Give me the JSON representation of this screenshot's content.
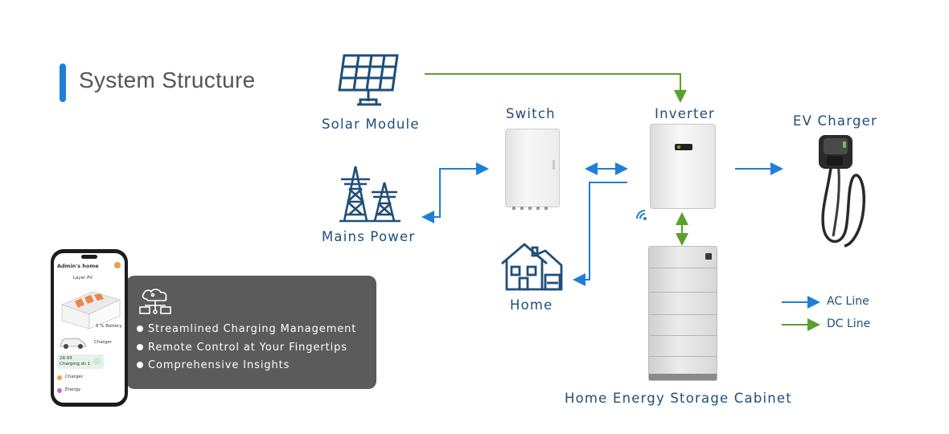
{
  "title": "System Structure",
  "nodes": {
    "solar": "Solar Module",
    "mains": "Mains Power",
    "switch": "Switch",
    "home": "Home",
    "inverter": "Inverter",
    "ev": "EV Charger",
    "storage": "Home Energy Storage Cabinet"
  },
  "legend": {
    "ac": "AC Line",
    "dc": "DC Line"
  },
  "colors": {
    "ac_line": "#1e7fd6",
    "dc_line": "#5aa02c",
    "title_accent": "#1e7fd6",
    "label": "#1f4e79",
    "panel": "#5b5b5b"
  },
  "features": [
    "Streamlined Charging Management",
    "Remote Control at Your Fingertips",
    "Comprehensive Insights"
  ],
  "app": {
    "header": "Admin's home",
    "pv_label": "Layer PV",
    "battery_label": "5 % Battery",
    "charger_label": "Charger",
    "stat_value": "28.93",
    "charging_label": "Charging  ds 1",
    "list_charger": "Charger",
    "list_energy": "Energy"
  }
}
